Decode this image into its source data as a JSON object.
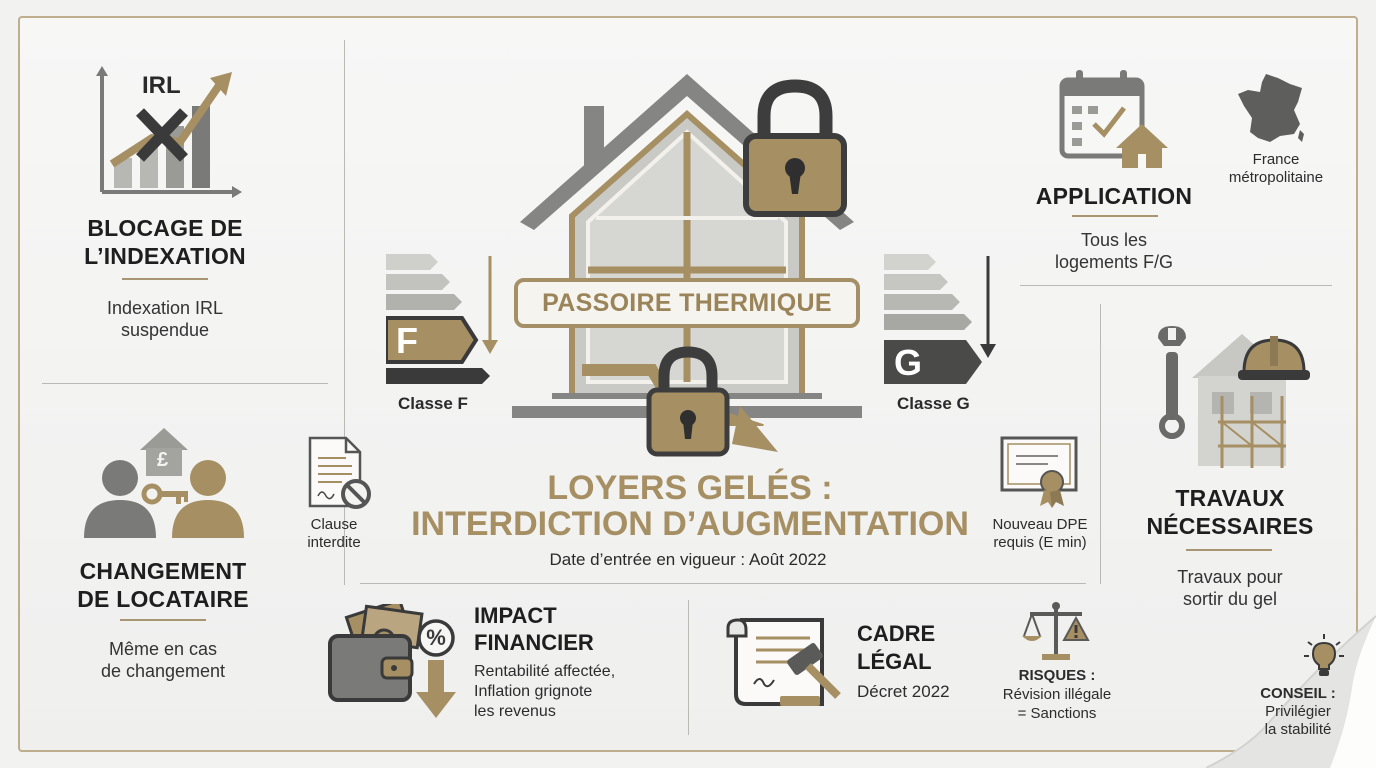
{
  "left_top": {
    "icon_label": "IRL",
    "title_line1": "BLOCAGE DE",
    "title_line2": "L’INDEXATION",
    "desc_line1": "Indexation IRL",
    "desc_line2": "suspendue"
  },
  "left_bottom": {
    "icon_label": "£",
    "title_line1": "CHANGEMENT",
    "title_line2": "DE LOCATAIRE",
    "desc_line1": "Même en cas",
    "desc_line2": "de changement"
  },
  "center": {
    "badge": "PASSOIRE THERMIQUE",
    "class_f_letter": "F",
    "class_f_label": "Classe F",
    "class_g_letter": "G",
    "class_g_label": "Classe G",
    "headline_line1": "LOYERS GELÉS :",
    "headline_line2": "INTERDICTION D’AUGMENTATION",
    "date": "Date d’entrée en vigueur : Août 2022",
    "clause_line1": "Clause",
    "clause_line2": "interdite",
    "dpe_line1": "Nouveau DPE",
    "dpe_line2": "requis (E min)"
  },
  "right_top": {
    "title": "APPLICATION",
    "desc_line1": "Tous les",
    "desc_line2": "logements F/G",
    "map_line1": "France",
    "map_line2": "métropolitaine"
  },
  "right_bottom": {
    "title_line1": "TRAVAUX",
    "title_line2": "NÉCESSAIRES",
    "desc_line1": "Travaux pour",
    "desc_line2": "sortir du gel"
  },
  "bottom": {
    "impact_title1": "IMPACT",
    "impact_title2": "FINANCIER",
    "impact_desc1": "Rentabilité affectée,",
    "impact_desc2": "Inflation grignote",
    "impact_desc3": "les revenus",
    "impact_icon": "%",
    "legal_title1": "CADRE",
    "legal_title2": "LÉGAL",
    "legal_desc": "Décret 2022",
    "risk_title": "RISQUES :",
    "risk_line1": "Révision illégale",
    "risk_line2": "= Sanctions",
    "tip_title": "CONSEIL :",
    "tip_line1": "Privilégier",
    "tip_line2": "la stabilité"
  },
  "colors": {
    "gold": "#a58f63",
    "gray": "#7a7a78",
    "dark": "#3a3a3a"
  }
}
